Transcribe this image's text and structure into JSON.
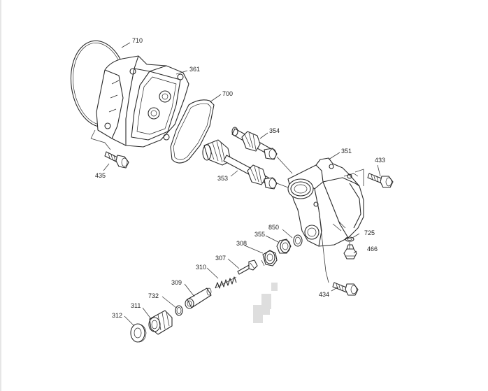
{
  "colors": {
    "line": "#2a2a2a",
    "background": "#ffffff",
    "blur": "#dedede"
  },
  "callouts": [
    {
      "id": "710",
      "text": "710"
    },
    {
      "id": "361",
      "text": "361"
    },
    {
      "id": "700",
      "text": "700"
    },
    {
      "id": "354",
      "text": "354"
    },
    {
      "id": "351",
      "text": "351"
    },
    {
      "id": "433",
      "text": "433"
    },
    {
      "id": "435",
      "text": "435"
    },
    {
      "id": "353",
      "text": "353"
    },
    {
      "id": "850",
      "text": "850"
    },
    {
      "id": "355",
      "text": "355"
    },
    {
      "id": "725",
      "text": "725"
    },
    {
      "id": "308",
      "text": "308"
    },
    {
      "id": "466",
      "text": "466"
    },
    {
      "id": "307",
      "text": "307"
    },
    {
      "id": "310",
      "text": "310"
    },
    {
      "id": "309",
      "text": "309"
    },
    {
      "id": "732",
      "text": "732"
    },
    {
      "id": "311",
      "text": "311"
    },
    {
      "id": "312",
      "text": "312"
    },
    {
      "id": "434",
      "text": "434"
    }
  ]
}
